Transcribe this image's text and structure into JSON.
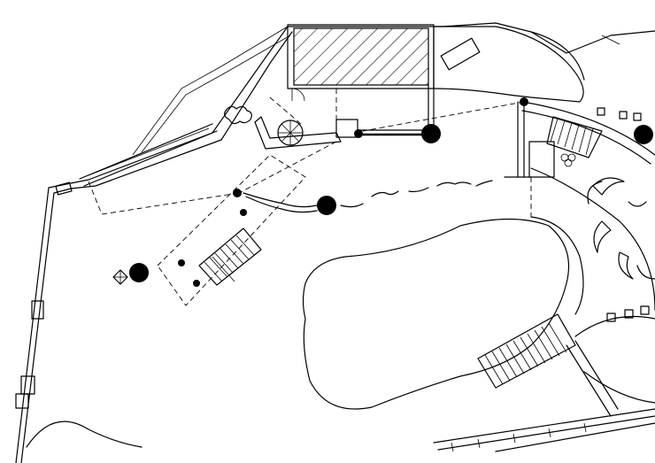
{
  "drawing": {
    "kind": "architectural floor plan",
    "labels": [],
    "colors": {
      "line": "#000000",
      "background": "#ffffff"
    },
    "elements": [
      "outer-walls",
      "hatched-room",
      "spiral-staircase",
      "straight-staircases",
      "curved-room",
      "pond-outline",
      "column-dots",
      "stepping-path",
      "dashed-overhead-lines"
    ]
  }
}
